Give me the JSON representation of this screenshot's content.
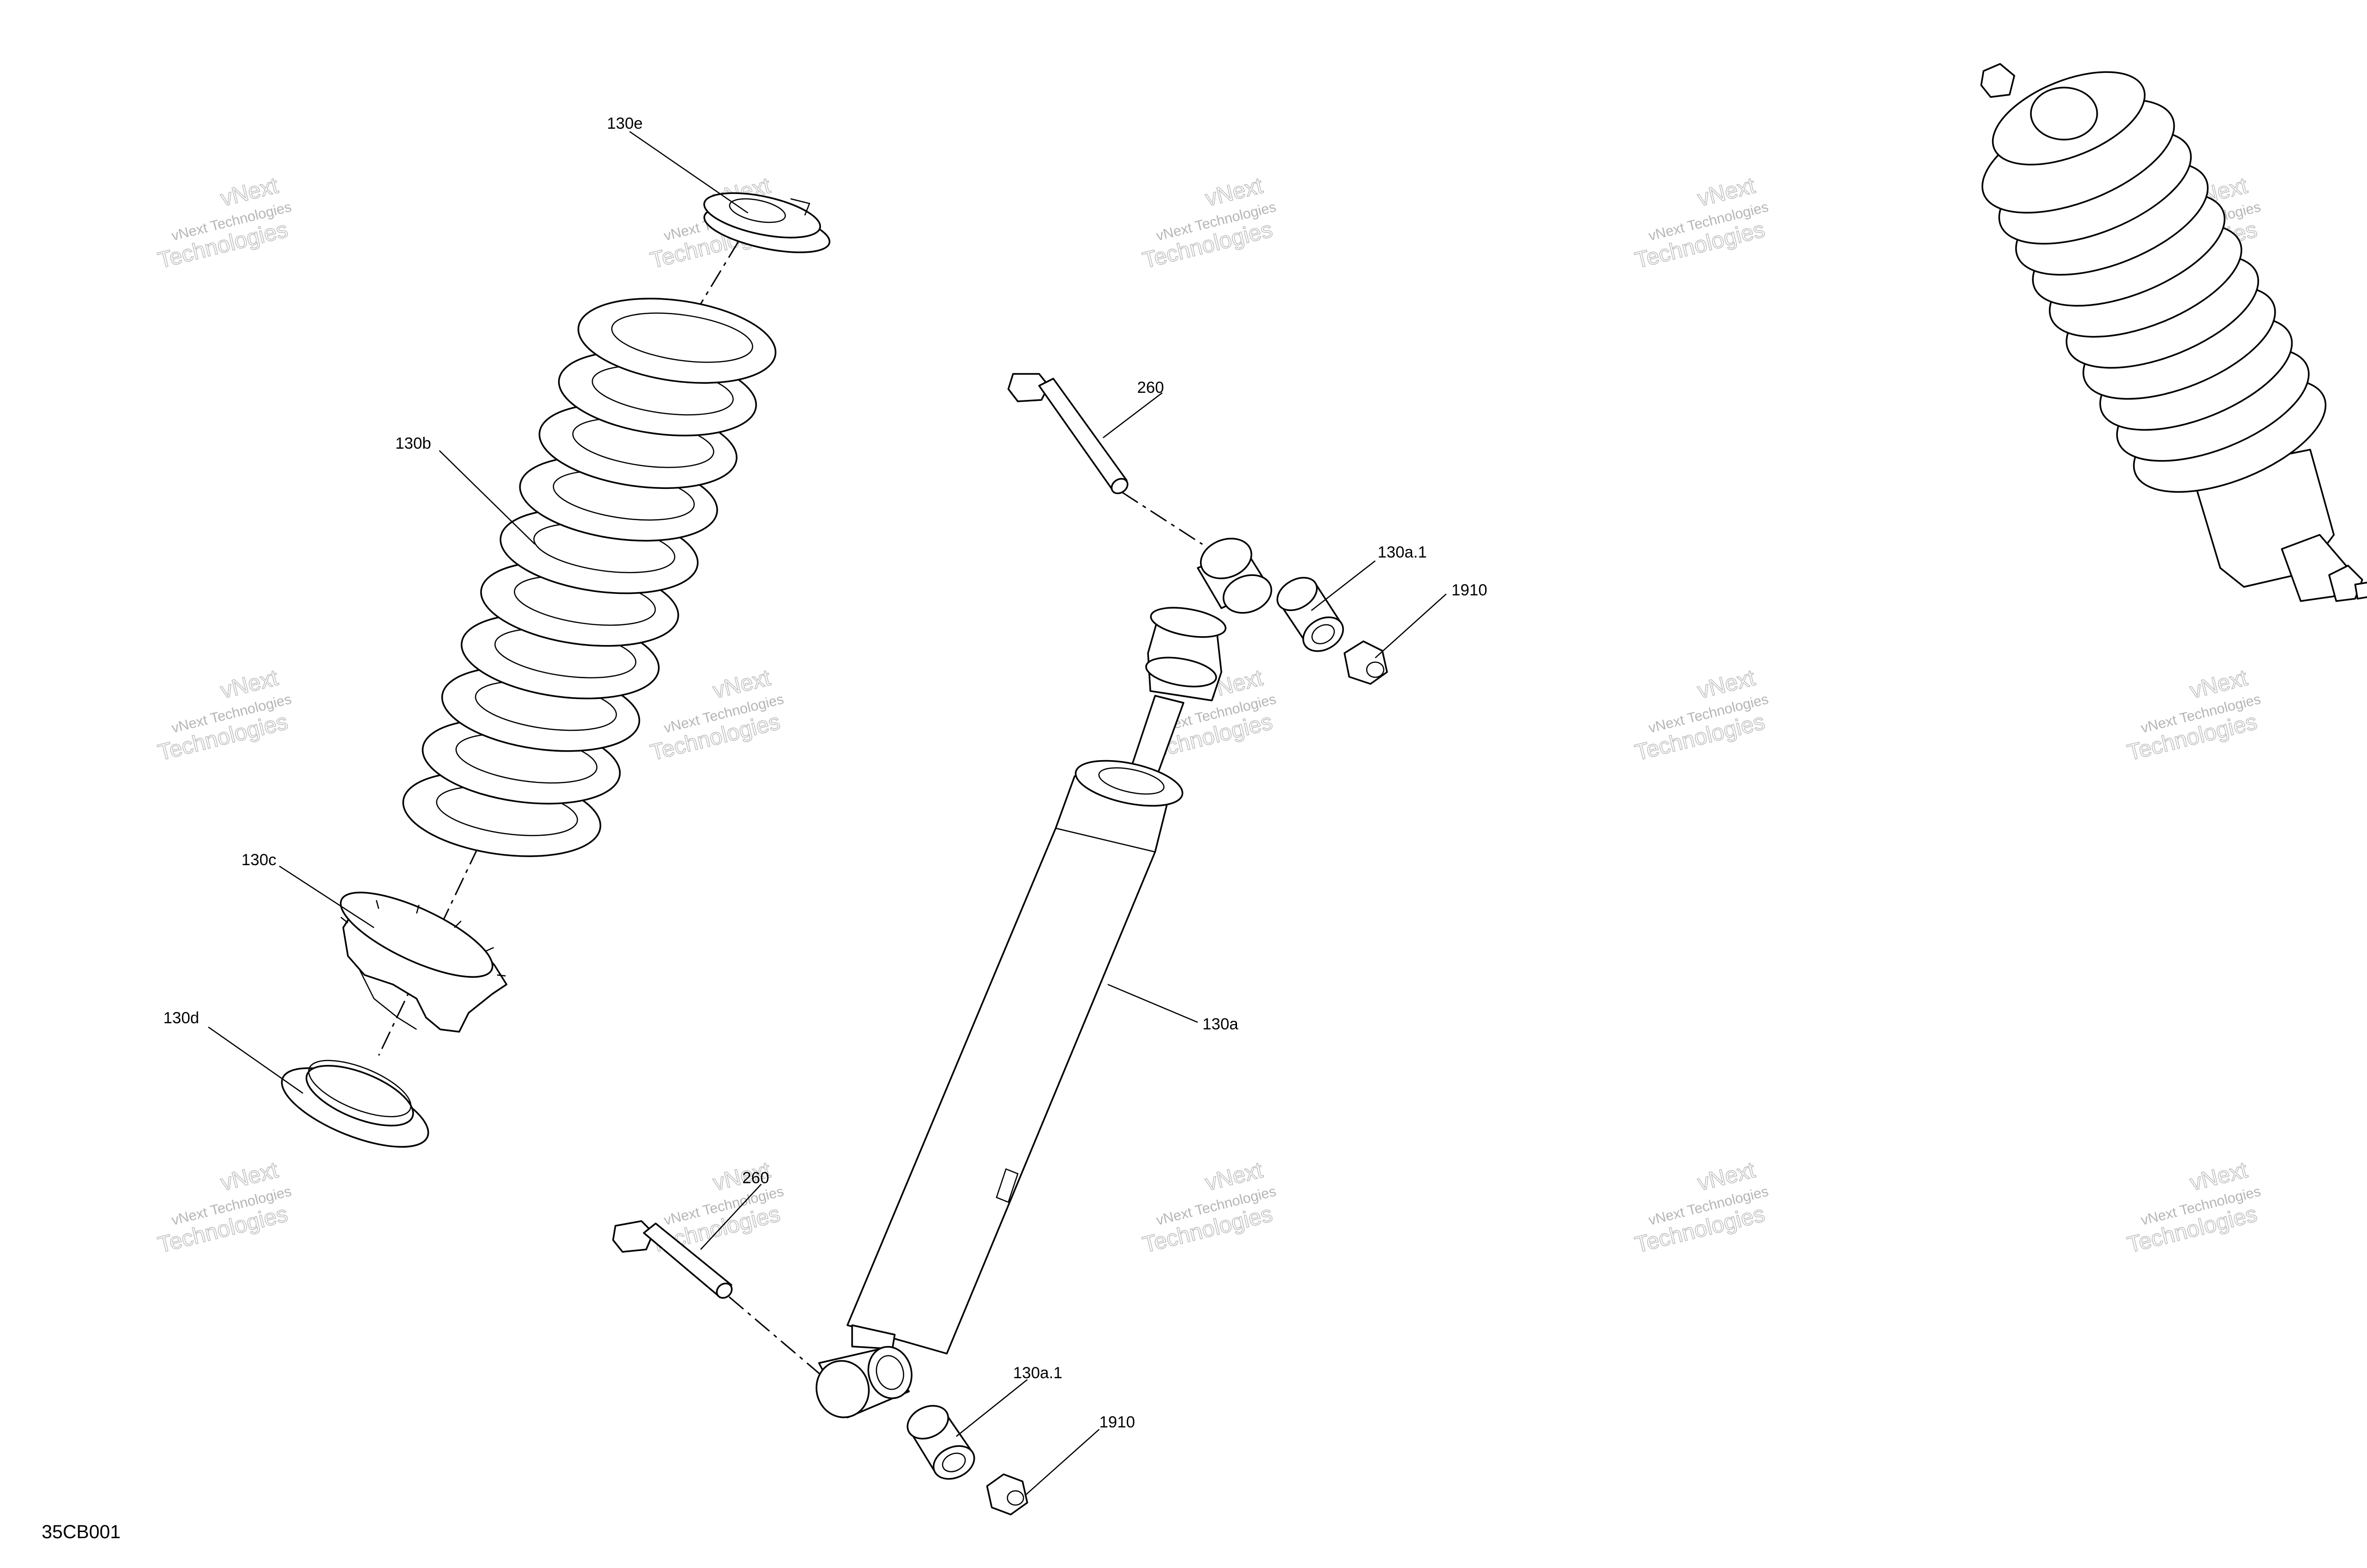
{
  "figure_id": "35CB001",
  "callouts": {
    "c130e": "130e",
    "c130b": "130b",
    "c130c": "130c",
    "c130d": "130d",
    "c260_top": "260",
    "c130a1_top": "130a.1",
    "c1910_top": "1910",
    "c130a": "130a",
    "c260_bottom": "260",
    "c130a1_bottom": "130a.1",
    "c1910_bottom": "1910"
  },
  "watermark": {
    "line": "vNext Technologies",
    "big_top": "vNext",
    "big_bottom": "Technologies"
  }
}
